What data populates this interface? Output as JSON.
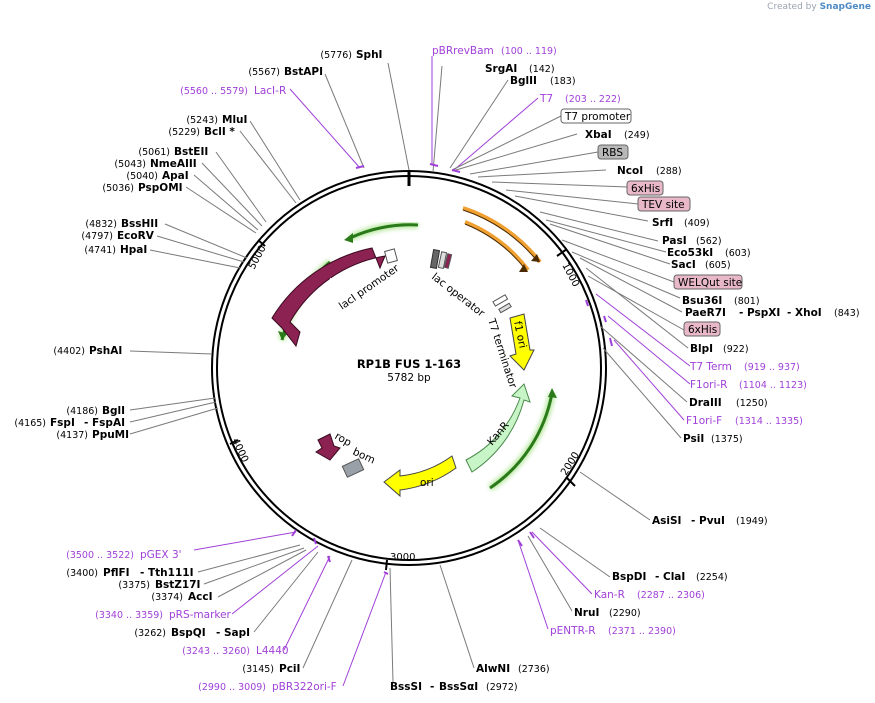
{
  "credit": {
    "prefix": "Created by",
    "brand": "SnapGene"
  },
  "plasmid": {
    "name": "RP1B FUS 1-163",
    "length": "5782 bp"
  },
  "ticks": [
    "1000",
    "2000",
    "3000",
    "4000",
    "5000"
  ],
  "sites": {
    "sphi": {
      "name": "SphI",
      "pos": "(5776)"
    },
    "bstapi": {
      "name": "BstAPI",
      "pos": "(5567)"
    },
    "mlui": {
      "name": "MluI",
      "pos": "(5243)"
    },
    "bcli": {
      "name": "BclI *",
      "pos": "(5229)"
    },
    "bsteii": {
      "name": "BstEII",
      "pos": "(5061)"
    },
    "nmeaiii": {
      "name": "NmeAIII",
      "pos": "(5043)"
    },
    "apai": {
      "name": "ApaI",
      "pos": "(5040)"
    },
    "pspomi": {
      "name": "PspOMI",
      "pos": "(5036)"
    },
    "bsshii": {
      "name": "BssHII",
      "pos": "(4832)"
    },
    "ecorv": {
      "name": "EcoRV",
      "pos": "(4797)"
    },
    "hpai": {
      "name": "HpaI",
      "pos": "(4741)"
    },
    "pshai": {
      "name": "PshAI",
      "pos": "(4402)"
    },
    "bgli": {
      "name": "BglI",
      "pos": "(4186)"
    },
    "fspi": {
      "name": "FspI",
      "name2": "FspAI",
      "pos": "(4165)"
    },
    "ppumi": {
      "name": "PpuMI",
      "pos": "(4137)"
    },
    "pflfi": {
      "name": "PflFI",
      "name2": "Tth111I",
      "pos": "(3400)"
    },
    "bstz17i": {
      "name": "BstZ17I",
      "pos": "(3375)"
    },
    "acci": {
      "name": "AccI",
      "pos": "(3374)"
    },
    "bspqi": {
      "name": "BspQI",
      "name2": "SapI",
      "pos": "(3262)"
    },
    "pcii": {
      "name": "PciI",
      "pos": "(3145)"
    },
    "bsssi": {
      "name": "BssSI",
      "name2": "BssSαI",
      "pos": "(2972)"
    },
    "alwni": {
      "name": "AlwNI",
      "pos": "(2736)"
    },
    "srgai": {
      "name": "SrgAI",
      "pos": "(142)"
    },
    "bglii": {
      "name": "BglII",
      "pos": "(183)"
    },
    "xbai": {
      "name": "XbaI",
      "pos": "(249)"
    },
    "ncoi": {
      "name": "NcoI",
      "pos": "(288)"
    },
    "srfi": {
      "name": "SrfI",
      "pos": "(409)"
    },
    "pasi": {
      "name": "PasI",
      "pos": "(562)"
    },
    "eco53ki": {
      "name": "Eco53kI",
      "pos": "(603)"
    },
    "saci": {
      "name": "SacI",
      "pos": "(605)"
    },
    "bsu36i": {
      "name": "Bsu36I",
      "pos": "(801)"
    },
    "paer7i": {
      "name": "PaeR7I",
      "name2": "PspXI",
      "name3": "XhoI",
      "pos": "(843)"
    },
    "blpi": {
      "name": "BlpI",
      "pos": "(922)"
    },
    "draiii": {
      "name": "DraIII",
      "pos": "(1250)"
    },
    "psii": {
      "name": "PsiI",
      "pos": "(1375)"
    },
    "asisi": {
      "name": "AsiSI",
      "name2": "PvuI",
      "pos": "(1949)"
    },
    "bspdi": {
      "name": "BspDI",
      "name2": "ClaI",
      "pos": "(2254)"
    },
    "nrui": {
      "name": "NruI",
      "pos": "(2290)"
    }
  },
  "primers": {
    "pbrrevbam": {
      "name": "pBRrevBam",
      "range": "(100 .. 119)"
    },
    "laci_r": {
      "name": "LacI-R",
      "range": "(5560 .. 5579)"
    },
    "t7": {
      "name": "T7",
      "range": "(203 .. 222)"
    },
    "t7term": {
      "name": "T7 Term",
      "range": "(919 .. 937)"
    },
    "f1ori_r": {
      "name": "F1ori-R",
      "range": "(1104 .. 1123)"
    },
    "f1ori_f": {
      "name": "F1ori-F",
      "range": "(1314 .. 1335)"
    },
    "kan_r": {
      "name": "Kan-R",
      "range": "(2287 .. 2306)"
    },
    "pentr_r": {
      "name": "pENTR-R",
      "range": "(2371 .. 2390)"
    },
    "pgex3": {
      "name": "pGEX 3'",
      "range": "(3500 .. 3522)"
    },
    "prs_marker": {
      "name": "pRS-marker",
      "range": "(3340 .. 3359)"
    },
    "l4440": {
      "name": "L4440",
      "range": "(3243 .. 3260)"
    },
    "pbr322ori_f": {
      "name": "pBR322ori-F",
      "range": "(2990 .. 3009)"
    }
  },
  "boxed": {
    "t7promoter": "T7 promoter",
    "rbs": "RBS",
    "his6a": "6xHis",
    "tev": "TEV site",
    "welqut": "WELQut site",
    "his6b": "6xHis"
  },
  "features": {
    "laci": "lacI",
    "laci_promoter": "lacI promoter",
    "lac_operator": "lac operator",
    "t7_terminator": "T7 terminator",
    "f1ori": "f1 ori",
    "kanr": "KanR",
    "ori": "ori",
    "rop": "rop",
    "bom": "bom"
  },
  "colors": {
    "laci": "#8b2252",
    "f1ori": "#ffff00",
    "kanr": "#c8f5c8",
    "ori": "#ffff00",
    "cds_orange": "#f0a030",
    "primer": "#a040d8",
    "boxed_pink": "#e8b8c8",
    "boxed_gray": "#b8b8b8"
  }
}
